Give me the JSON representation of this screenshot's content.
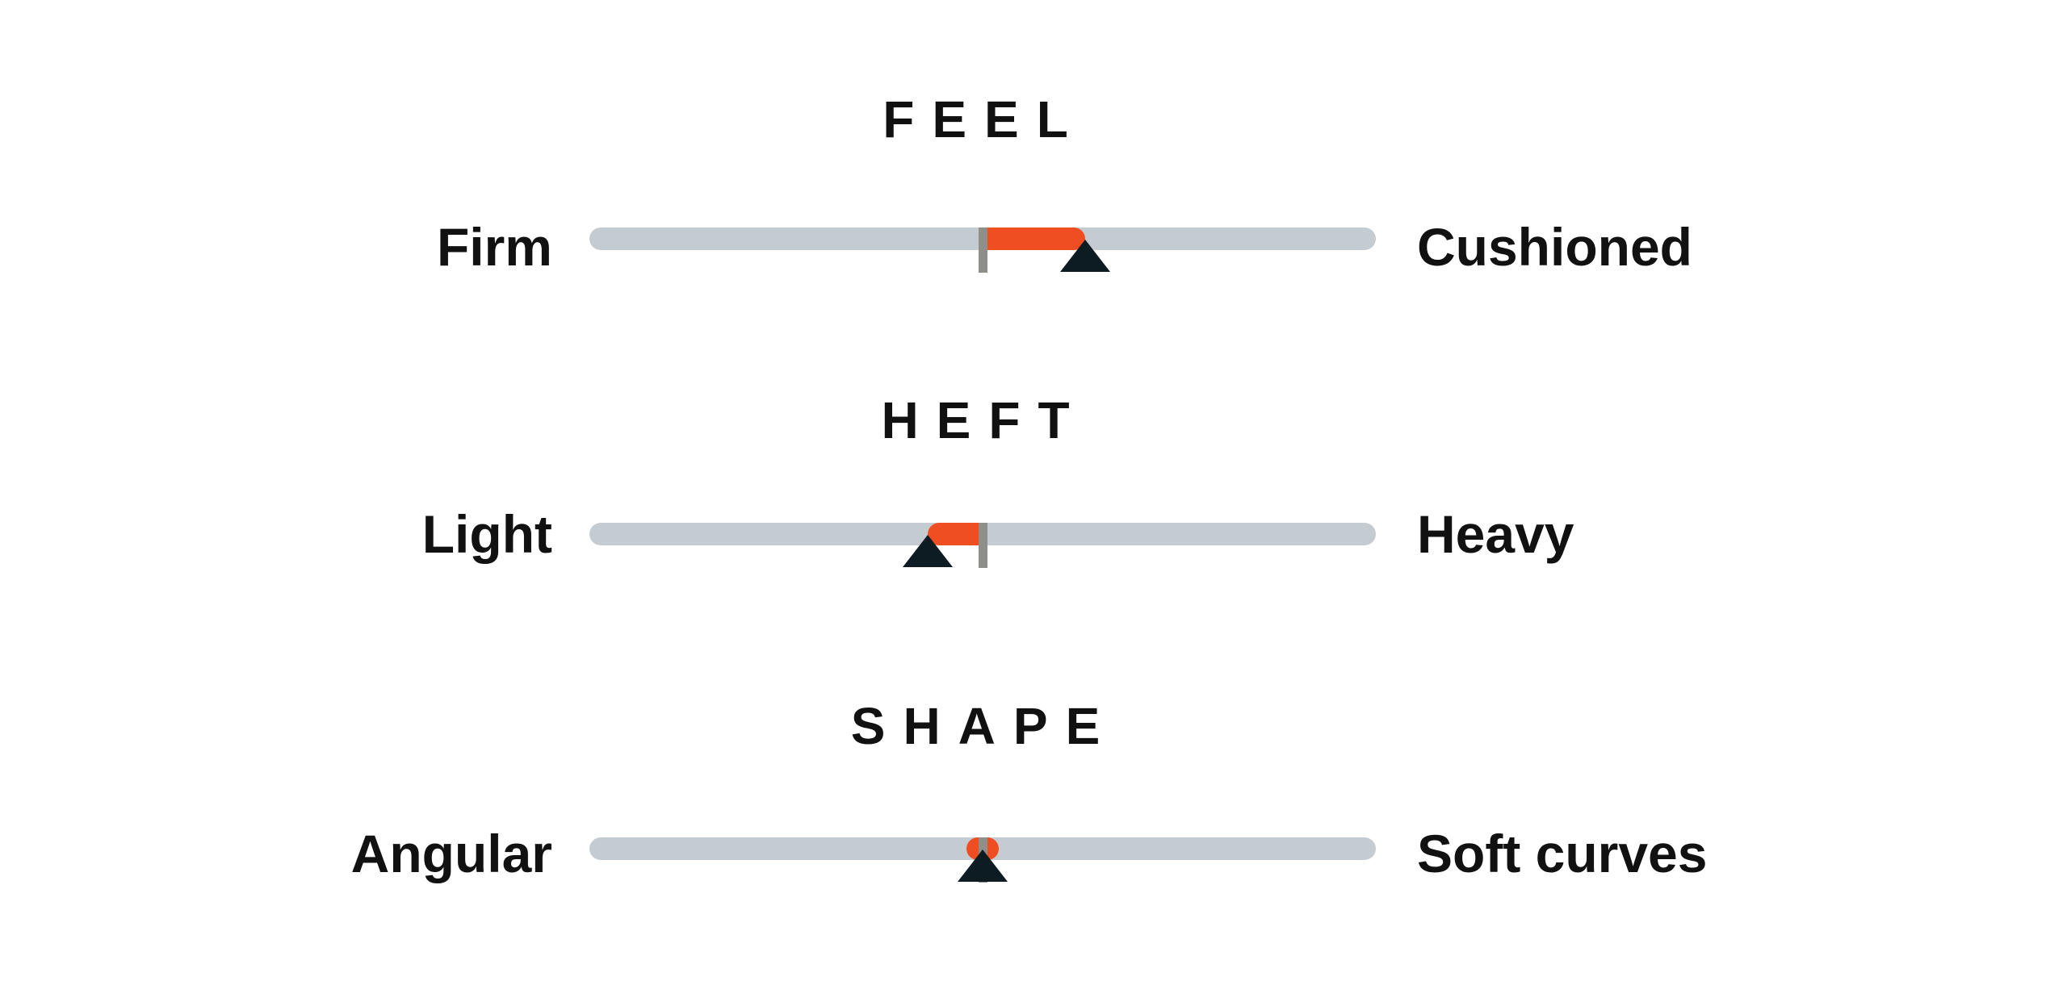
{
  "colors": {
    "track": "#c5ccd1",
    "fill": "#ee4e22",
    "center_mark": "#8f8f8a",
    "pointer": "#0d1b22",
    "text": "#111111"
  },
  "sliders": [
    {
      "title": "FEEL",
      "left_label": "Firm",
      "right_label": "Cushioned",
      "value": 0.63
    },
    {
      "title": "HEFT",
      "left_label": "Light",
      "right_label": "Heavy",
      "value": 0.43
    },
    {
      "title": "SHAPE",
      "left_label": "Angular",
      "right_label": "Soft curves",
      "value": 0.5
    }
  ]
}
